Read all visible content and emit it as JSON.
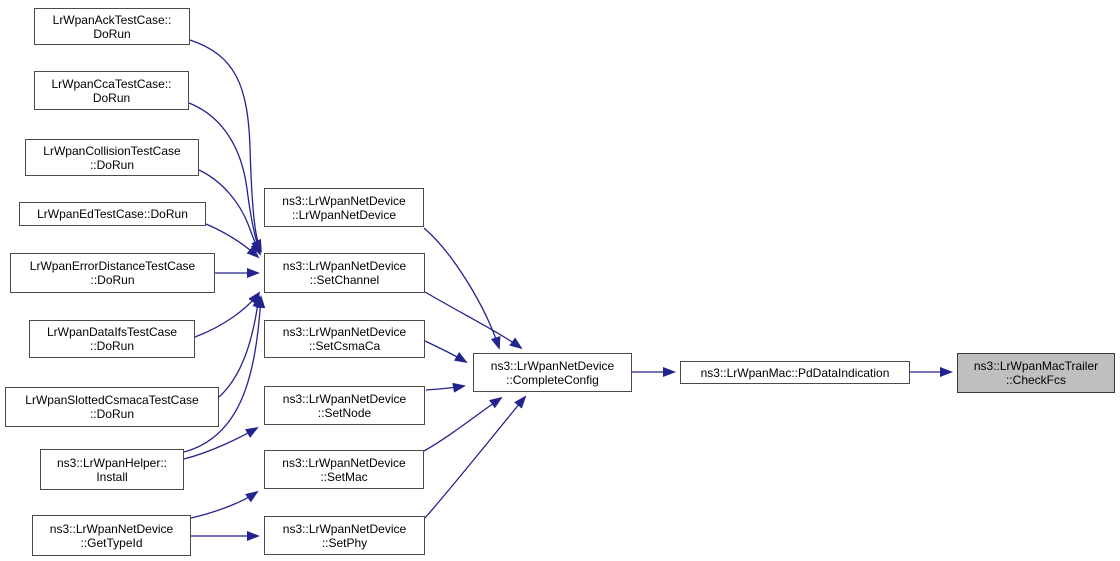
{
  "diagram": {
    "type": "doxygen-caller-graph",
    "edge_color": "#23238E",
    "node_border_color": "#4a4a4a",
    "node_fill": "#ffffff",
    "highlight_fill": "#BFBFBF",
    "nodes": {
      "ack": {
        "label": "LrWpanAckTestCase::\nDoRun"
      },
      "cca": {
        "label": "LrWpanCcaTestCase::\nDoRun"
      },
      "collision": {
        "label": "LrWpanCollisionTestCase\n::DoRun"
      },
      "ed": {
        "label": "LrWpanEdTestCase::DoRun"
      },
      "errordistance": {
        "label": "LrWpanErrorDistanceTestCase\n::DoRun"
      },
      "dataifs": {
        "label": "LrWpanDataIfsTestCase\n::DoRun"
      },
      "slottedcsmaca": {
        "label": "LrWpanSlottedCsmacaTestCase\n::DoRun"
      },
      "install": {
        "label": "ns3::LrWpanHelper::\nInstall"
      },
      "gettypeid": {
        "label": "ns3::LrWpanNetDevice\n::GetTypeId"
      },
      "ctor": {
        "label": "ns3::LrWpanNetDevice\n::LrWpanNetDevice"
      },
      "setchannel": {
        "label": "ns3::LrWpanNetDevice\n::SetChannel"
      },
      "setcsmaca": {
        "label": "ns3::LrWpanNetDevice\n::SetCsmaCa"
      },
      "setnode": {
        "label": "ns3::LrWpanNetDevice\n::SetNode"
      },
      "setmac": {
        "label": "ns3::LrWpanNetDevice\n::SetMac"
      },
      "setphy": {
        "label": "ns3::LrWpanNetDevice\n::SetPhy"
      },
      "completeconfig": {
        "label": "ns3::LrWpanNetDevice\n::CompleteConfig"
      },
      "pddataindication": {
        "label": "ns3::LrWpanMac::PdDataIndication"
      },
      "checkfcs": {
        "label": "ns3::LrWpanMacTrailer\n::CheckFcs"
      }
    },
    "edges": [
      {
        "from": "ack",
        "to": "setchannel"
      },
      {
        "from": "cca",
        "to": "setchannel"
      },
      {
        "from": "collision",
        "to": "setchannel"
      },
      {
        "from": "ed",
        "to": "setchannel"
      },
      {
        "from": "errordistance",
        "to": "setchannel"
      },
      {
        "from": "dataifs",
        "to": "setchannel"
      },
      {
        "from": "slottedcsmaca",
        "to": "setchannel"
      },
      {
        "from": "install",
        "to": "setchannel"
      },
      {
        "from": "install",
        "to": "setnode"
      },
      {
        "from": "gettypeid",
        "to": "setmac"
      },
      {
        "from": "gettypeid",
        "to": "setphy"
      },
      {
        "from": "ctor",
        "to": "completeconfig"
      },
      {
        "from": "setchannel",
        "to": "completeconfig"
      },
      {
        "from": "setcsmaca",
        "to": "completeconfig"
      },
      {
        "from": "setnode",
        "to": "completeconfig"
      },
      {
        "from": "setmac",
        "to": "completeconfig"
      },
      {
        "from": "setphy",
        "to": "completeconfig"
      },
      {
        "from": "completeconfig",
        "to": "pddataindication"
      },
      {
        "from": "pddataindication",
        "to": "checkfcs"
      }
    ]
  }
}
